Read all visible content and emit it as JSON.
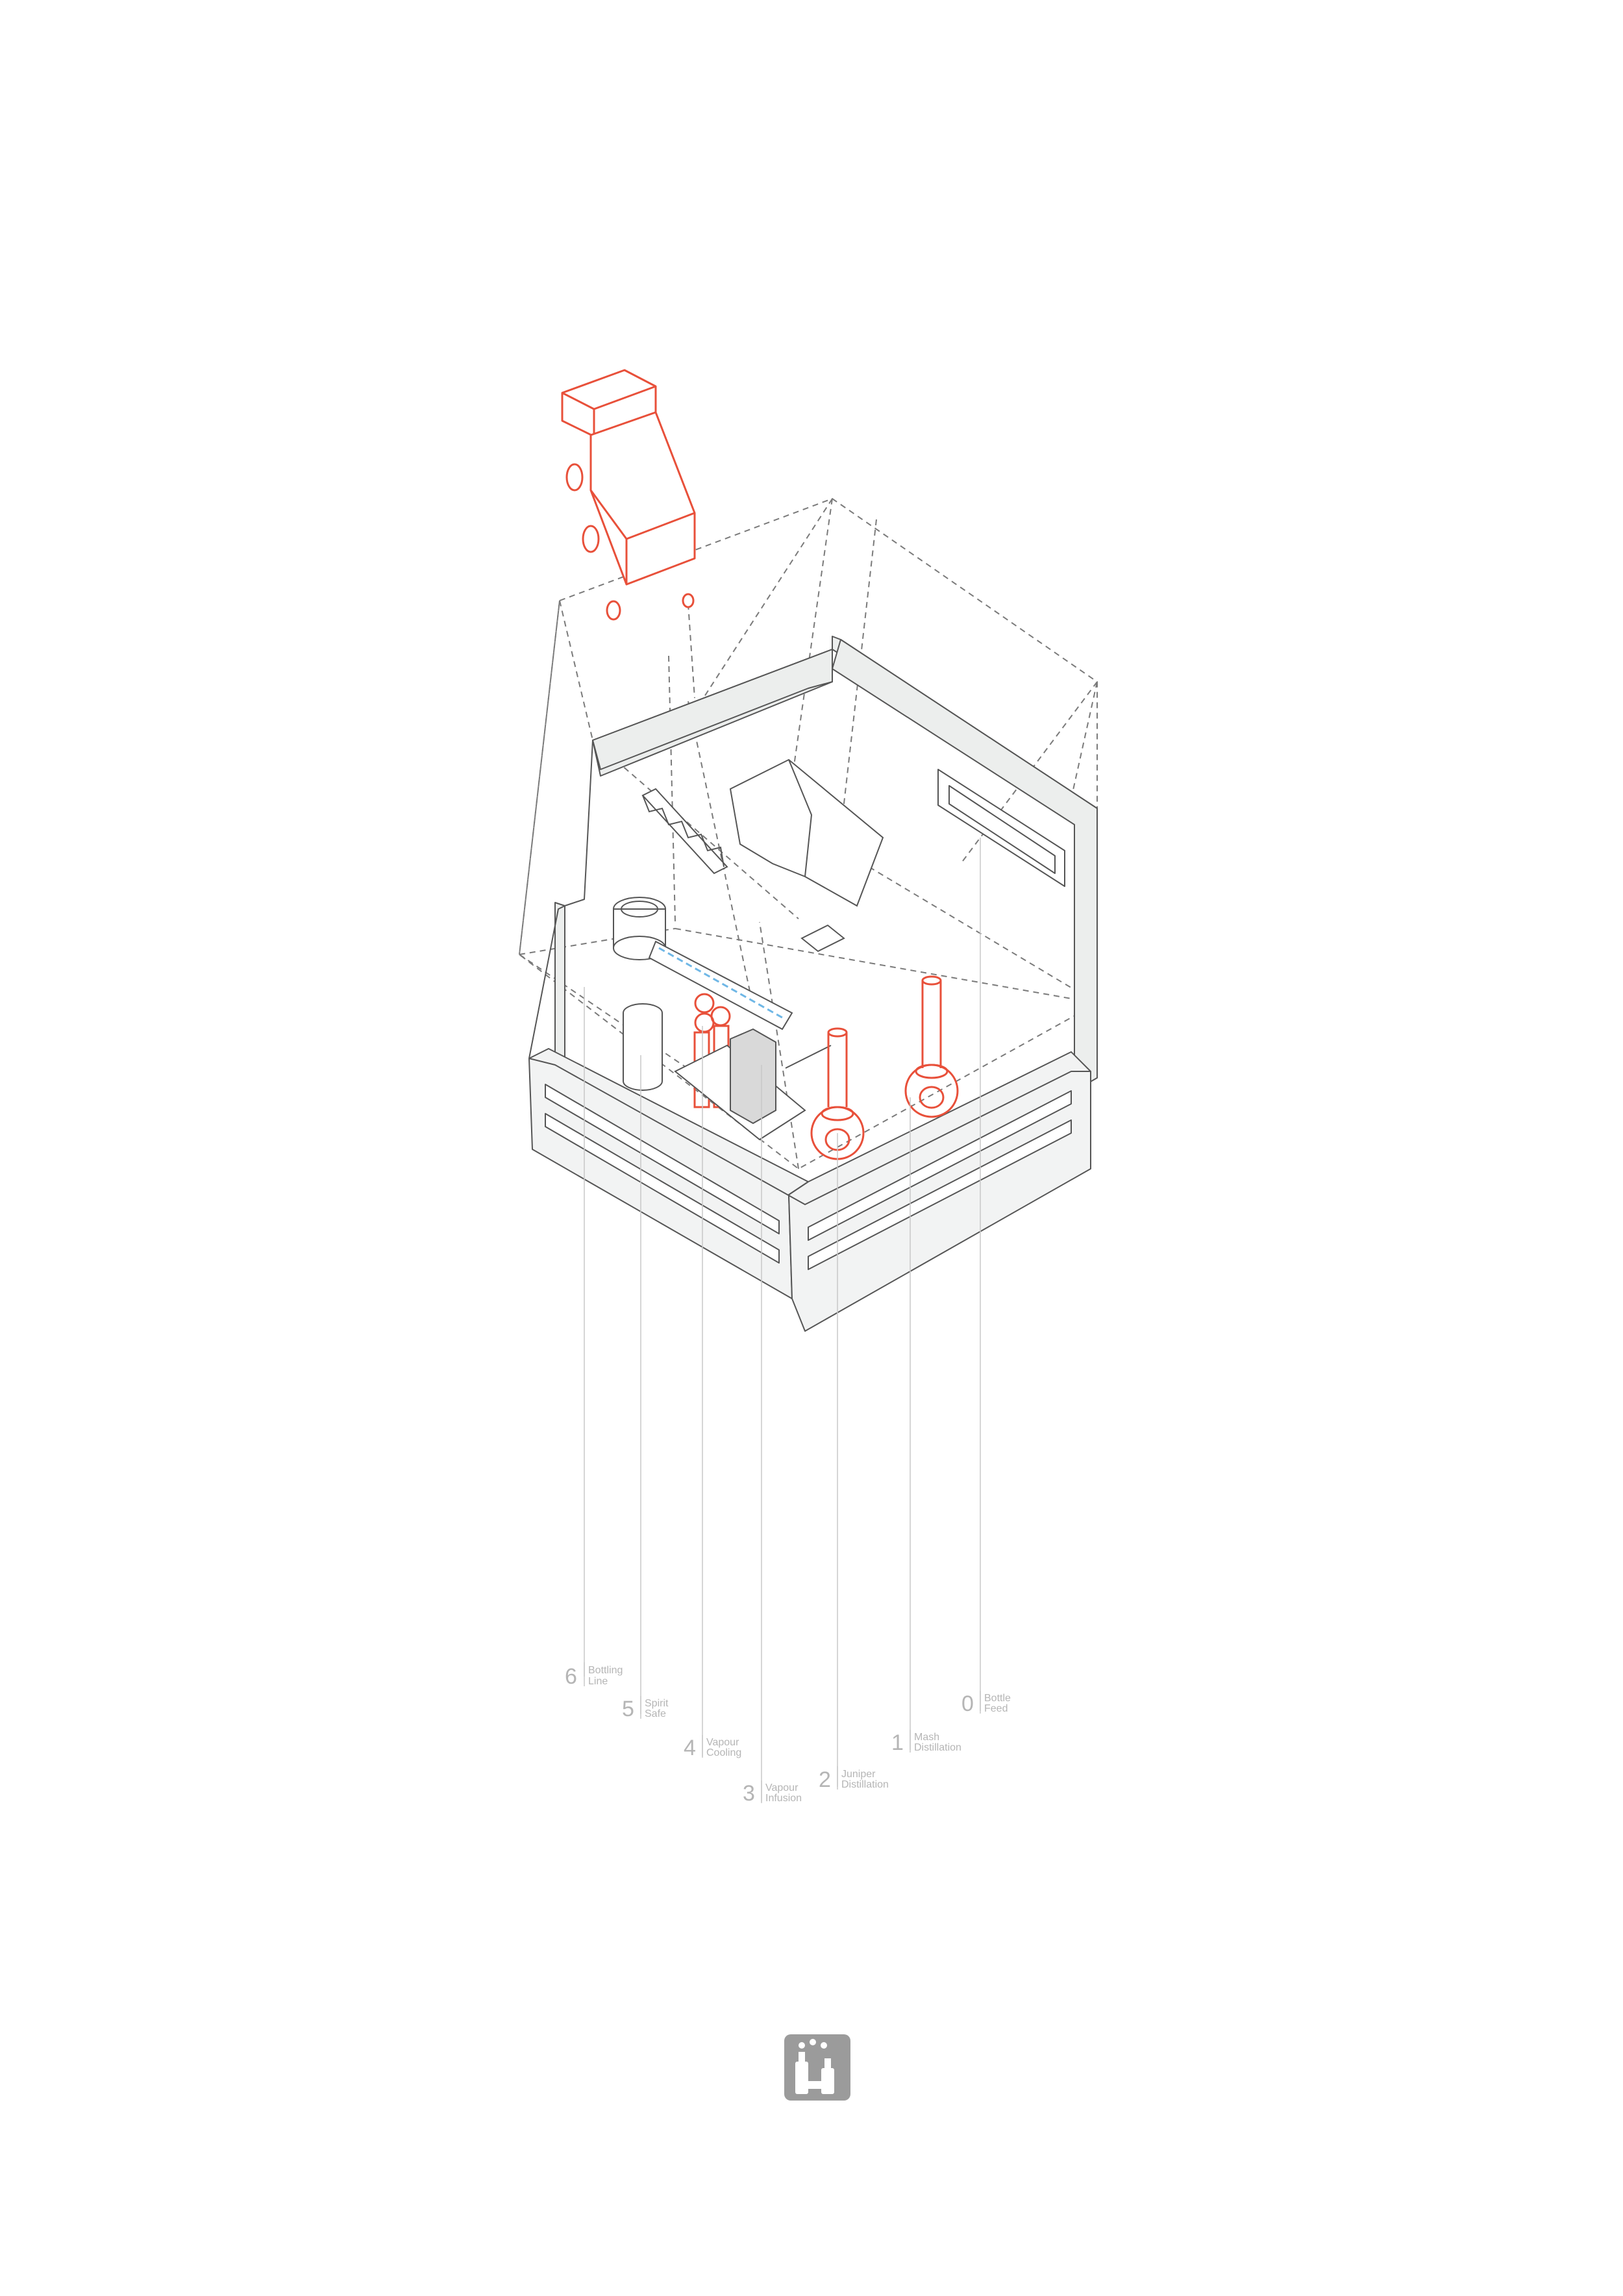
{
  "stages": [
    {
      "number": "0",
      "line1": "Bottle",
      "line2": "Feed"
    },
    {
      "number": "1",
      "line1": "Mash",
      "line2": "Distillation"
    },
    {
      "number": "2",
      "line1": "Juniper",
      "line2": "Distillation"
    },
    {
      "number": "3",
      "line1": "Vapour",
      "line2": "Infusion"
    },
    {
      "number": "4",
      "line1": "Vapour",
      "line2": "Cooling"
    },
    {
      "number": "5",
      "line1": "Spirit",
      "line2": "Safe"
    },
    {
      "number": "6",
      "line1": "Bottling",
      "line2": "Line"
    }
  ],
  "colors": {
    "outline": "#555555",
    "wall_fill": "#eceeed",
    "dashed": "#7a7a7a",
    "leader": "#c8c8c8",
    "accent_red": "#e8503a",
    "accent_blue": "#6fb7e6",
    "label_grey": "#b5b5b5",
    "logo_bg": "#9b9b9b"
  },
  "icons": [
    "truck-icon",
    "still-pot-icon",
    "logo-icon"
  ]
}
